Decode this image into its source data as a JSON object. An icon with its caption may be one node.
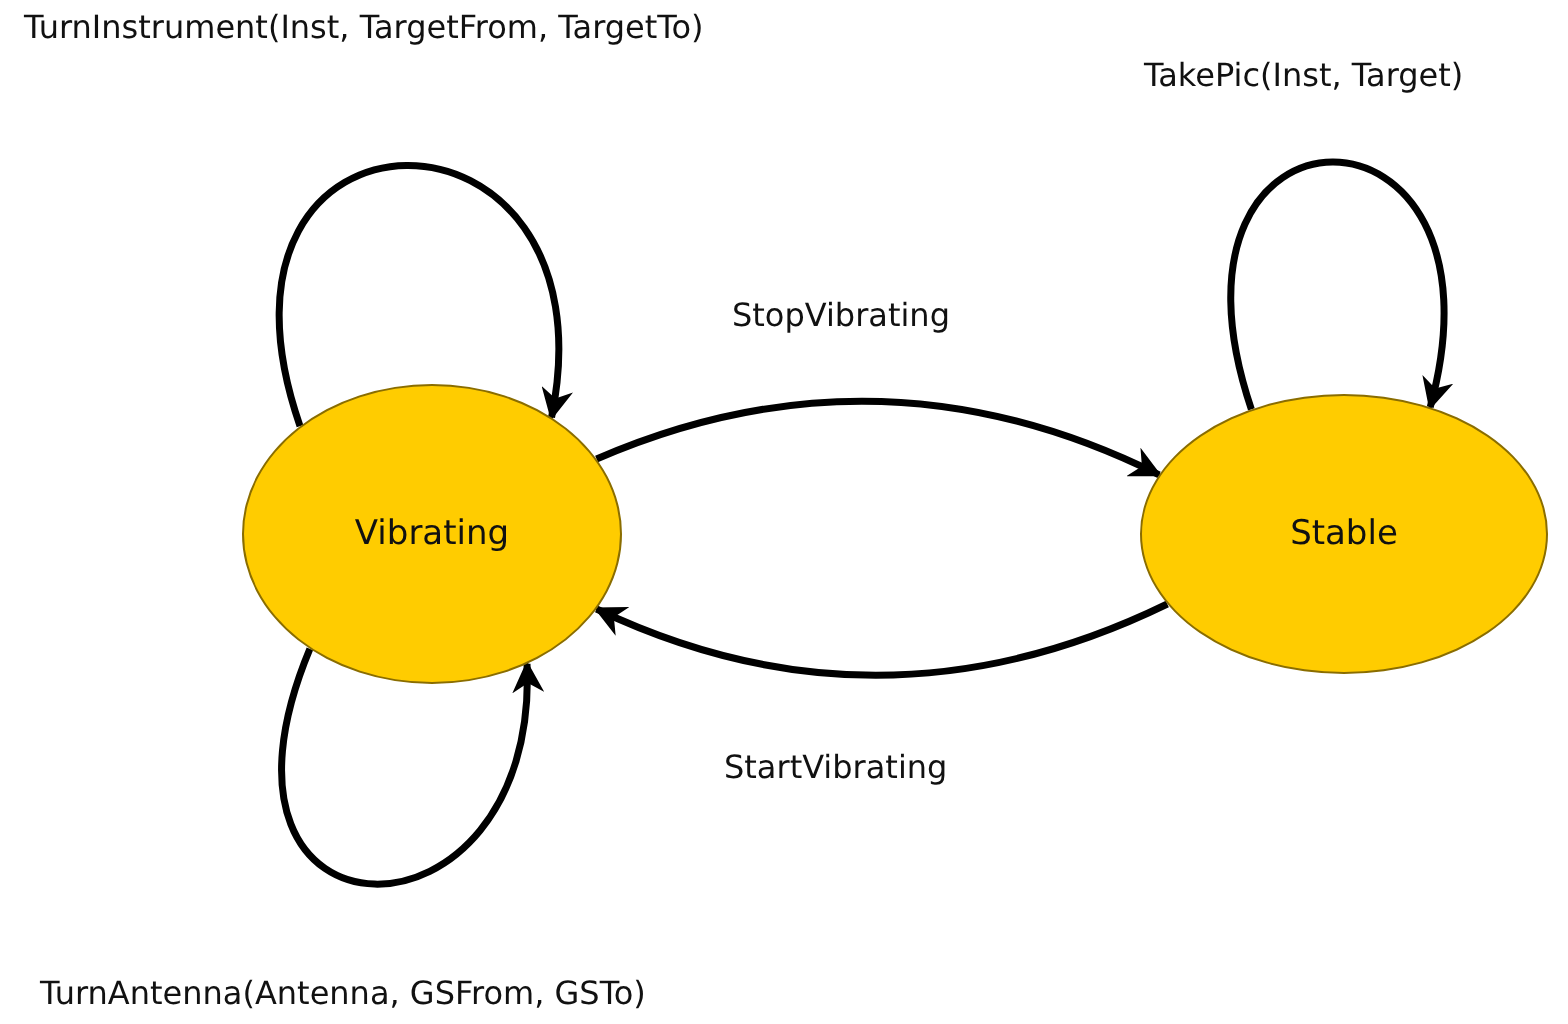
{
  "diagram": {
    "nodes": [
      {
        "text": [
          "Vibrating"
        ]
      },
      {
        "text": [
          "Stable"
        ]
      }
    ],
    "edges": [
      {
        "from": 0,
        "to": 0,
        "arrow": "to",
        "label": "TurnInstrument(Inst, TargetFrom, TargetTo)"
      },
      {
        "from": 0,
        "to": 1,
        "arrow": "to",
        "label": "StopVibrating"
      },
      {
        "from": 1,
        "to": 0,
        "arrow": "to",
        "label": "StartVibrating"
      },
      {
        "from": 1,
        "to": 1,
        "arrow": "to",
        "label": "TakePic(Inst, Target)"
      },
      {
        "from": 0,
        "to": 0,
        "arrow": "to",
        "label": "TurnAntenna(Antenna, GSFrom, GSTo)"
      }
    ]
  }
}
